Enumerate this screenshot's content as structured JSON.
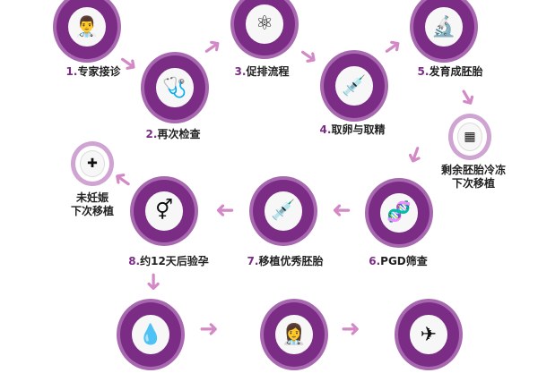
{
  "steps": [
    {
      "num": "1.",
      "label": "专家接诊",
      "icon": "doctor-icon"
    },
    {
      "num": "2.",
      "label": "再次检查",
      "icon": "stethoscope-icon"
    },
    {
      "num": "3.",
      "label": "促排流程",
      "icon": "network-icon"
    },
    {
      "num": "4.",
      "label": "取卵与取精",
      "icon": "pipette-icon"
    },
    {
      "num": "5.",
      "label": "发育成胚胎",
      "icon": "microscope-icon"
    },
    {
      "num": "6.",
      "label": "PGD筛查",
      "icon": "dna-icon"
    },
    {
      "num": "7.",
      "label": "移植优秀胚胎",
      "icon": "syringe-icon"
    },
    {
      "num": "8.",
      "label": "约12天后验孕",
      "icon": "gender-icon"
    }
  ],
  "side": {
    "freeze_line1": "剩余胚胎冷冻",
    "freeze_line2": "下次移植",
    "retry_line1": "未妊娠",
    "retry_line2": "下次移植"
  },
  "colors": {
    "purple": "#7b2d86",
    "arrow": "#d389c6"
  }
}
